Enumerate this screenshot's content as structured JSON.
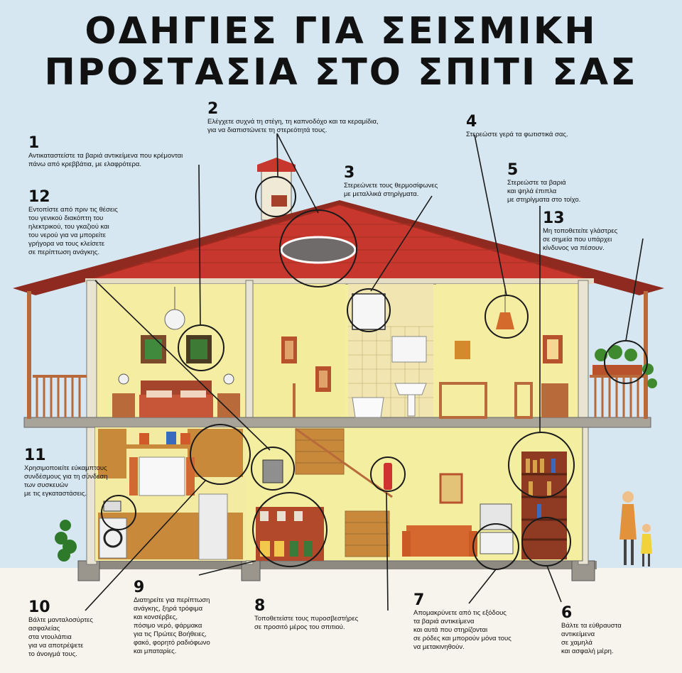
{
  "title": {
    "line1": "ΟΔΗΓΙΕΣ ΓΙΑ ΣΕΙΣΜΙΚΗ",
    "line2": "ΠΡΟΣΤΑΣΙΑ ΣΤΟ ΣΠΙΤΙ ΣΑΣ"
  },
  "colors": {
    "sky": "#d6e7f2",
    "roof": "#c8372d",
    "wall": "#f3eea0",
    "floor": "#a9a49a",
    "wood": "#b86a3a",
    "highlight_circle": "#1a1a1a"
  },
  "callouts": [
    {
      "num": "1",
      "text": "Αντικαταστείστε τα βαριά αντικείμενα που κρέμονται\nπάνω από κρεββάτια, με ελαφρότερα."
    },
    {
      "num": "2",
      "text": "Ελέγχετε συχνά τη στέγη, τη καπνοδόχο και τα κεραμίδια,\nγια να διαπιστώνετε τη στερεότητά τους."
    },
    {
      "num": "3",
      "text": "Στερεώνετε τους θερμοσίφωνες\nμε μεταλλικά στηρίγματα."
    },
    {
      "num": "4",
      "text": "Στερεώστε γερά τα φωτιστικά σας."
    },
    {
      "num": "5",
      "text": "Στερεώστε τα βαριά\nκαι ψηλά έπιπλα\nμε στηρίγματα στο τοίχο."
    },
    {
      "num": "6",
      "text": "Βάλτε τα εύθραυστα\nαντικείμενα\nσε χαμηλά\nκαι ασφαλή μέρη."
    },
    {
      "num": "7",
      "text": "Απομακρύνετε από τις εξόδους\nτα βαριά αντικείμενα\nκαι αυτά που στηρίζονται\nσε ρόδες και μπορούν μόνα τους\nνα μετακινηθούν."
    },
    {
      "num": "8",
      "text": "Τοποθετείστε τους πυροσβεστήρες\nσε προσιτό μέρος του σπιτιού."
    },
    {
      "num": "9",
      "text": "Διατηρείτε για περίπτωση\nανάγκης, ξηρά τρόφιμα\nκαι κονσέρβες,\nπόσιμο νερό, φάρμακα\nγια τις Πρώτες Βοήθειες,\nφακό, φορητό ραδιόφωνο\nκαι μπαταρίες."
    },
    {
      "num": "10",
      "text": "Βάλτε μανταλοσύρτες\nασφαλείας\nστα ντουλάπια\nγια να αποτρέψετε\nτο άνοιγμά τους."
    },
    {
      "num": "11",
      "text": "Χρησιμοποιείτε εύκαμπτους\nσυνδέσμους για τη σύνδεση\nτων συσκευών\nμε τις εγκαταστάσεις."
    },
    {
      "num": "12",
      "text": "Εντοπίστε από πριν τις θέσεις\nτου γενικού διακόπτη του\nηλεκτρικού, του γκαζιού και\nτου νερού για να μπορείτε\nγρήγορα να τους κλείσετε\nσε περίπτωση ανάγκης."
    },
    {
      "num": "13",
      "text": "Μη τοποθετείτε γλάστρες\nσε σημεία που υπάρχει\nκίνδυνος να πέσουν."
    }
  ]
}
